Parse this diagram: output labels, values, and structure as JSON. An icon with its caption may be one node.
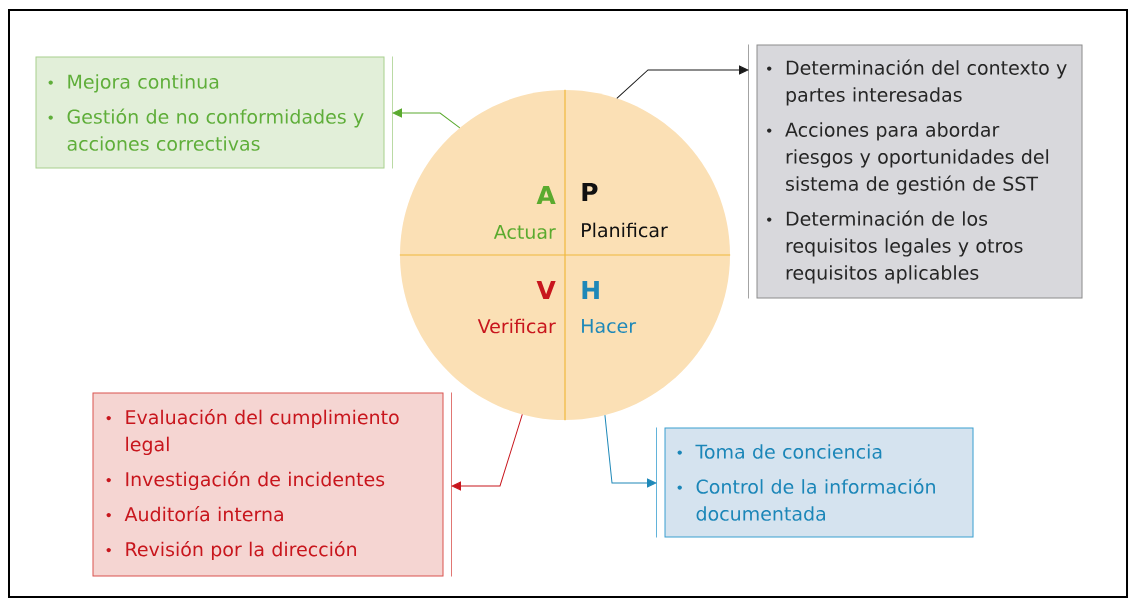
{
  "diagram": {
    "nodes": [
      {
        "text": [
          "Mejora continua",
          "Gestión de no conformidades y acciones correctivas"
        ]
      },
      {
        "text": [
          "A",
          "Actuar",
          "P",
          "Planificar",
          "V",
          "Verificar",
          "H",
          "Hacer"
        ]
      },
      {
        "text": [
          "Determinación del contexto y partes interesadas",
          "Acciones para abordar riesgos y oportunidades del sistema de gestión de SST",
          "Determinación de los requisitos legales y otros requisitos aplicables"
        ]
      },
      {
        "text": [
          "Evaluación del cumplimiento legal",
          "Investigación de incidentes",
          "Auditoría interna",
          "Revisión por la dirección"
        ]
      },
      {
        "text": [
          "Toma de conciencia",
          "Control de la información documentada"
        ]
      }
    ],
    "edges": [
      {
        "from": 1,
        "to": 0,
        "arrow": "to",
        "color": "#5aaa2e"
      },
      {
        "from": 1,
        "to": 2,
        "arrow": "to",
        "color": "#1a1a1a"
      },
      {
        "from": 1,
        "to": 3,
        "arrow": "to",
        "color": "#c8161d"
      },
      {
        "from": 1,
        "to": 4,
        "arrow": "to",
        "color": "#1e88b8"
      }
    ]
  }
}
